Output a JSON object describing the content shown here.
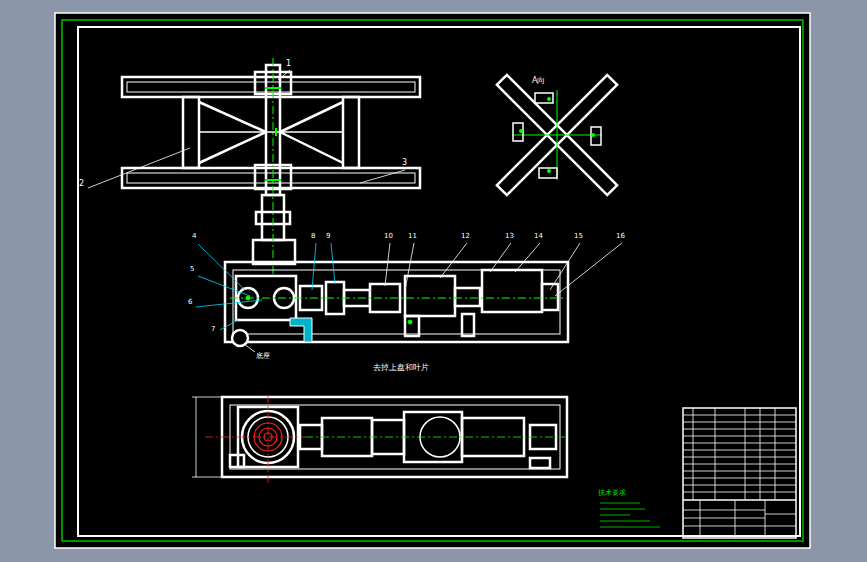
{
  "diagram": {
    "labels": [
      "1",
      "2",
      "3",
      "A向",
      "4",
      "5",
      "6",
      "7",
      "8",
      "9",
      "10",
      "11",
      "12",
      "13",
      "14",
      "15",
      "16",
      "底座",
      "去掉上盘和叶片",
      "技术要求"
    ]
  }
}
